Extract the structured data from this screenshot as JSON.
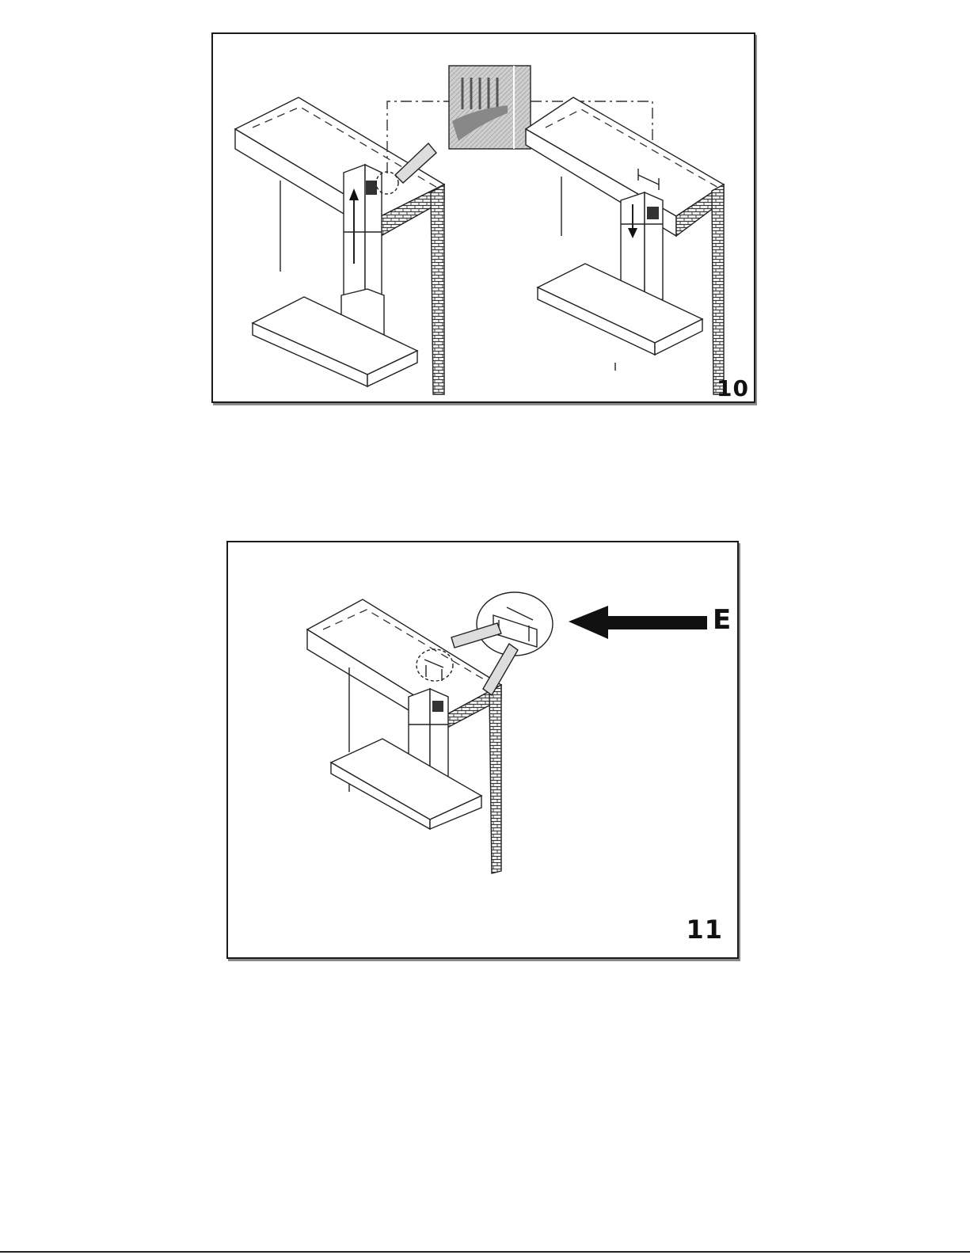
{
  "figures": [
    {
      "number": "10"
    },
    {
      "number": "11",
      "callout_label": "E"
    }
  ]
}
